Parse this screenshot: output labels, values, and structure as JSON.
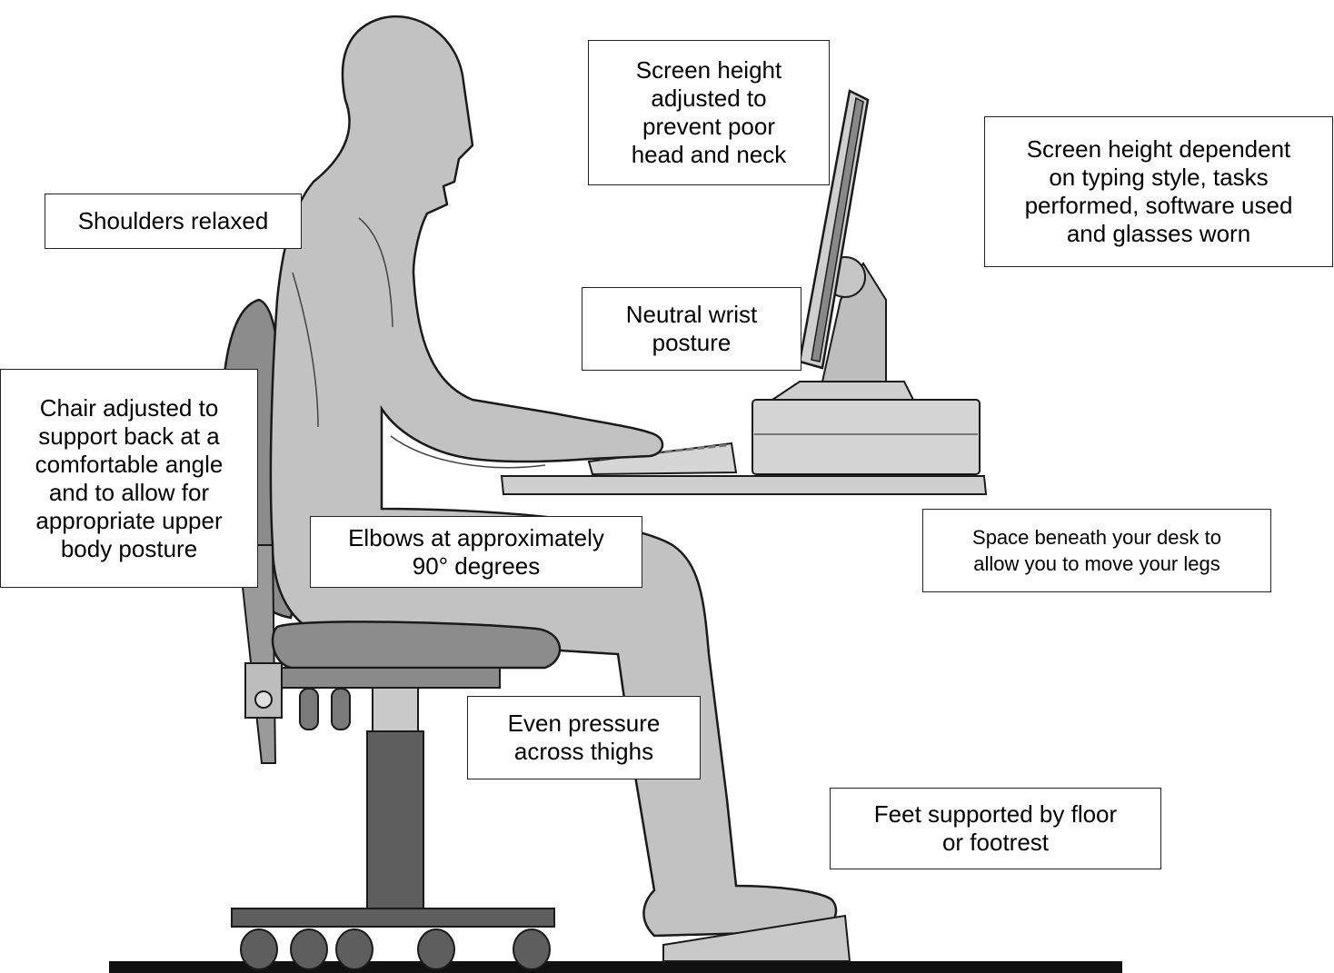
{
  "colors": {
    "body": "#c2c2c2",
    "chair": "#8a8a8a",
    "chair_dark": "#5e5e5e",
    "desk": "#c9c9c9",
    "outline": "#1a1a1a",
    "floor": "#111111",
    "label_bg": "#ffffff"
  },
  "labels": {
    "screen_height": "Screen height\nadjusted to\nprevent poor\nhead and neck",
    "screen_dependent": "Screen height dependent\non typing style, tasks\nperformed, software used\nand glasses worn",
    "shoulders": "Shoulders relaxed",
    "wrist": "Neutral wrist\nposture",
    "chair_adjusted": "Chair adjusted to\nsupport back at a\ncomfortable angle\nand to allow for\nappropriate upper\nbody posture",
    "elbows": "Elbows at approximately\n90° degrees",
    "space": "Space beneath your desk to\nallow you to move your legs",
    "thighs": "Even pressure\nacross thighs",
    "feet": "Feet supported by floor\nor footrest"
  }
}
